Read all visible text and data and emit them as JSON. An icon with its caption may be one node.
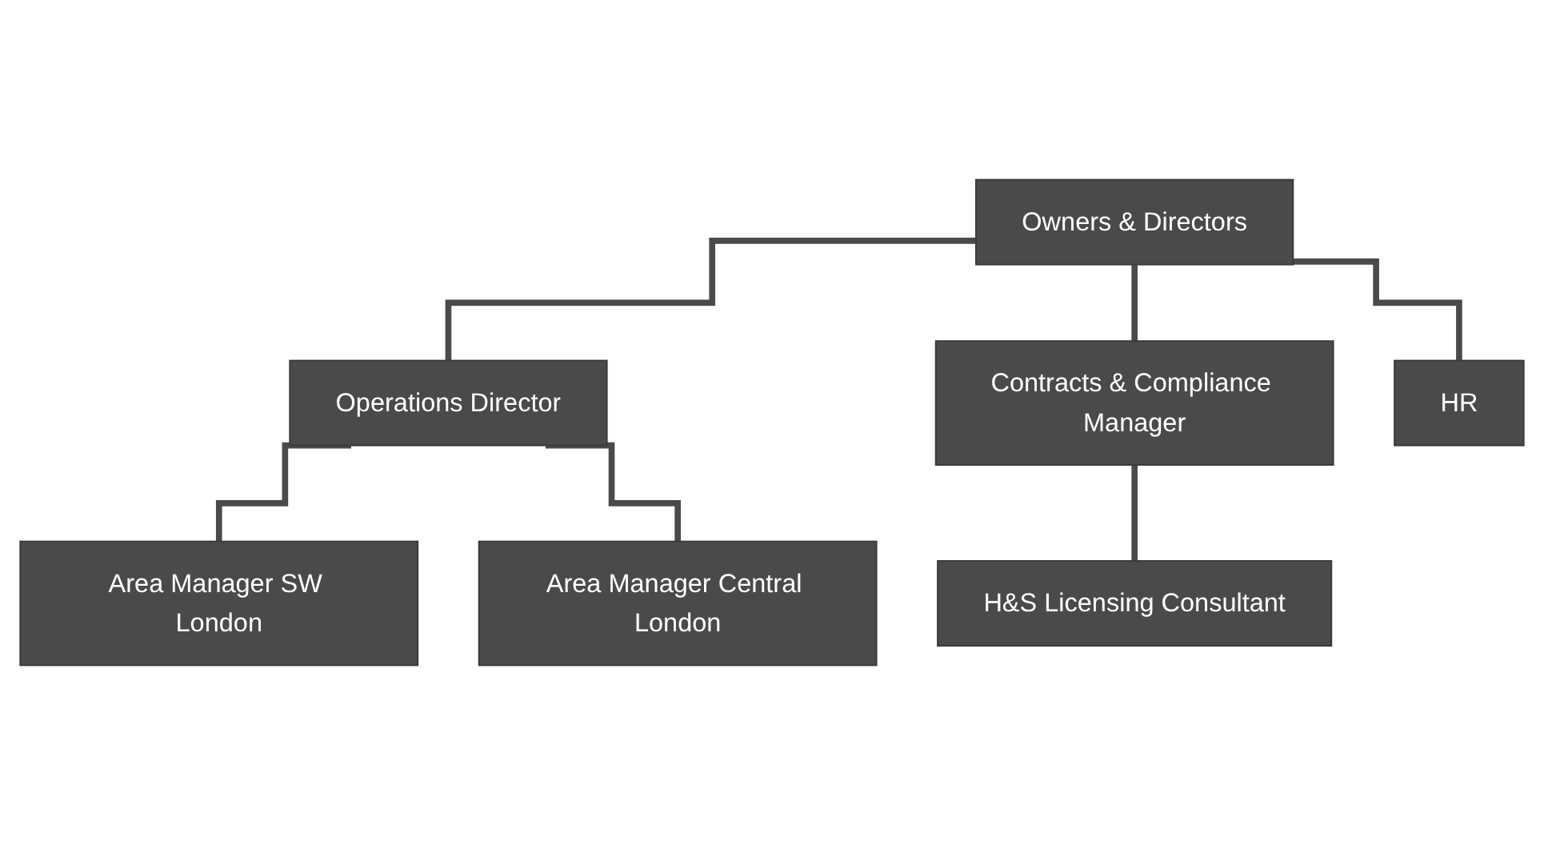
{
  "diagram": {
    "nodes": [
      {
        "text": [
          "Owners & Directors"
        ]
      },
      {
        "text": [
          "Operations Director"
        ]
      },
      {
        "text": [
          "Contracts & Compliance Manager"
        ]
      },
      {
        "text": [
          "HR"
        ]
      },
      {
        "text": [
          "Area Manager SW London"
        ]
      },
      {
        "text": [
          "Area Manager Central London"
        ]
      },
      {
        "text": [
          "H&S Licensing Consultant"
        ]
      }
    ],
    "edges": [
      {
        "from": 0,
        "to": 1,
        "arrow": "none"
      },
      {
        "from": 0,
        "to": 2,
        "arrow": "none"
      },
      {
        "from": 0,
        "to": 3,
        "arrow": "none"
      },
      {
        "from": 1,
        "to": 4,
        "arrow": "none"
      },
      {
        "from": 1,
        "to": 5,
        "arrow": "none"
      },
      {
        "from": 2,
        "to": 6,
        "arrow": "none"
      }
    ]
  }
}
